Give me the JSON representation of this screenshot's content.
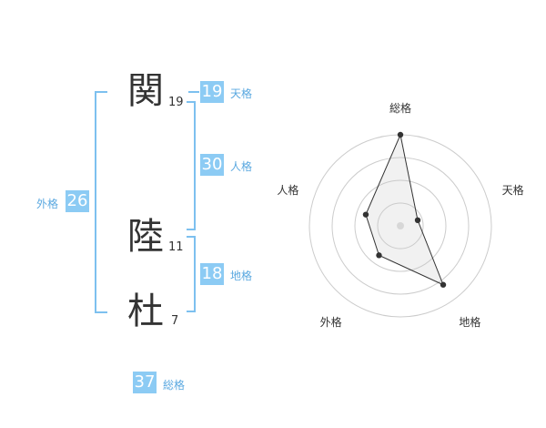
{
  "name": {
    "chars": [
      {
        "char": "関",
        "strokes": "19"
      },
      {
        "char": "陸",
        "strokes": "11"
      },
      {
        "char": "杜",
        "strokes": "7"
      }
    ]
  },
  "kakusu": {
    "tenkaku": {
      "value": "19",
      "label": "天格"
    },
    "jinkaku": {
      "value": "30",
      "label": "人格"
    },
    "chikaku": {
      "value": "18",
      "label": "地格"
    },
    "gaikaku": {
      "value": "26",
      "label": "外格"
    },
    "soukaku": {
      "value": "37",
      "label": "総格"
    }
  },
  "colors": {
    "accent": "#8ccbf4",
    "bracket": "#7dc0ef",
    "label": "#5aa8e0",
    "text": "#333333"
  },
  "chart_data": {
    "type": "radar",
    "axes": [
      "総格",
      "天格",
      "地格",
      "外格",
      "人格"
    ],
    "values": [
      5,
      1,
      4,
      2,
      2
    ],
    "rmax": 5,
    "rings": 4
  }
}
